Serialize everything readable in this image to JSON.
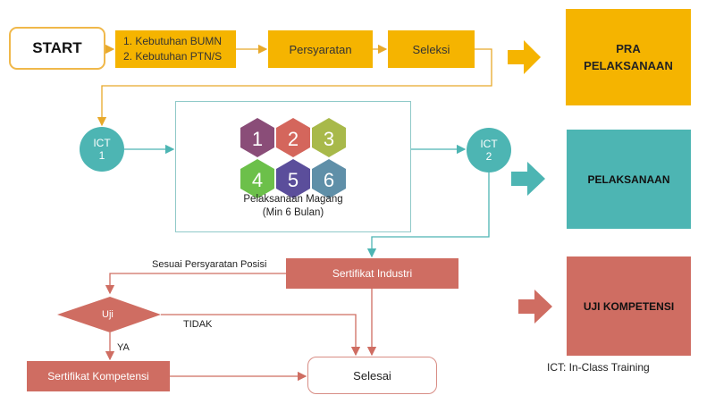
{
  "flow": {
    "start": "START",
    "needs": [
      "1. Kebutuhan BUMN",
      "2. Kebutuhan PTN/S"
    ],
    "requirements": "Persyaratan",
    "selection": "Seleksi",
    "ict1": [
      "ICT",
      "1"
    ],
    "ict2": [
      "ICT",
      "2"
    ],
    "steps": [
      "1",
      "2",
      "3",
      "4",
      "5",
      "6"
    ],
    "internship": [
      "Pelaksanaan Magang",
      "(Min 6 Bulan)"
    ],
    "industry_certificate": "Sertifikat Industri",
    "match_label": "Sesuai Persyaratan Posisi",
    "decision": "Uji",
    "no_label": "TIDAK",
    "yes_label": "YA",
    "competency_certificate": "Sertifikat Kompetensi",
    "finish": "Selesai"
  },
  "phases": {
    "pre": [
      "PRA",
      "PELAKSANAAN"
    ],
    "execution": "PELAKSANAAN",
    "competency_test": "UJI KOMPETENSI"
  },
  "note": "ICT: In-Class Training",
  "colors": {
    "orange": "#f5b400",
    "teal": "#4db5b3",
    "red": "#cf6d62",
    "hex1": "#8a4d78",
    "hex2": "#d4665c",
    "hex3": "#a8b94a",
    "hex4": "#6cc04a",
    "hex5": "#5b4e9b",
    "hex6": "#5f8fa8"
  }
}
